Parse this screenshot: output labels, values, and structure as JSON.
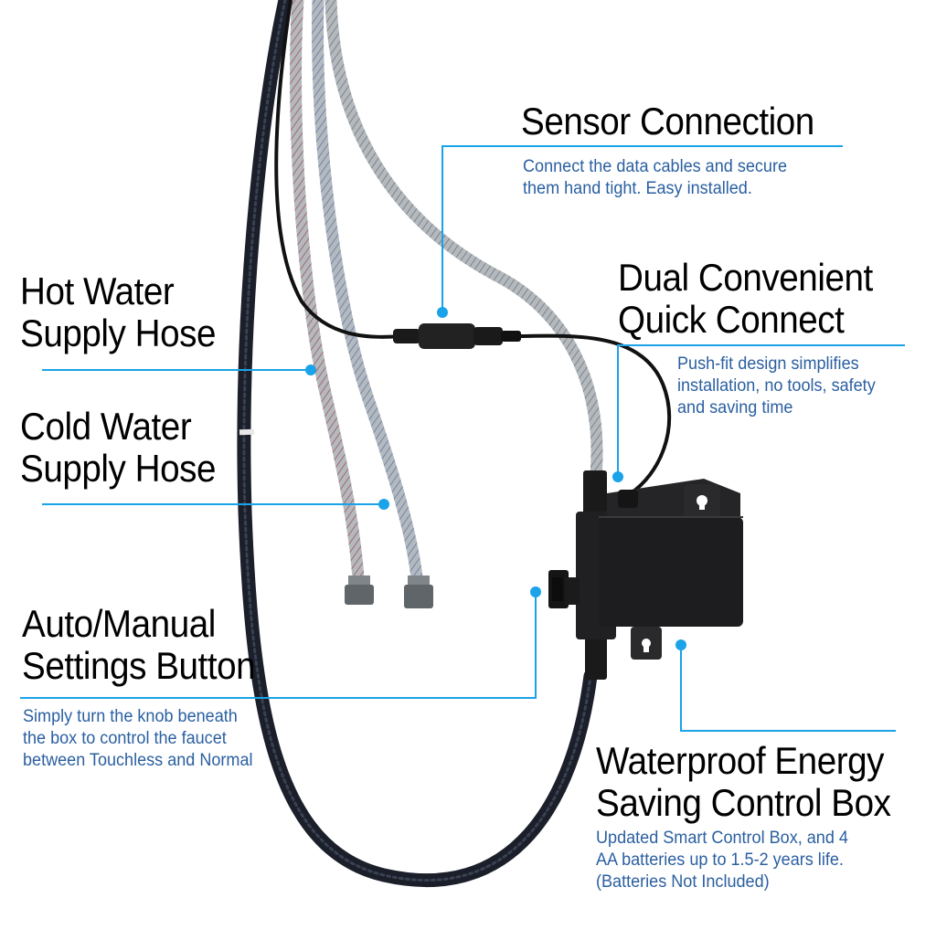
{
  "callouts": [
    {
      "id": "sensor",
      "title": [
        "Sensor Connection"
      ],
      "desc": [
        "Connect the data cables and secure",
        "them hand tight. Easy installed."
      ]
    },
    {
      "id": "hot",
      "title": [
        "Hot Water",
        "Supply Hose"
      ],
      "desc": []
    },
    {
      "id": "dual",
      "title": [
        "Dual Convenient",
        "Quick Connect"
      ],
      "desc": [
        "Push-fit design simplifies",
        "installation, no tools, safety",
        "and saving time"
      ]
    },
    {
      "id": "cold",
      "title": [
        "Cold Water",
        "Supply Hose"
      ],
      "desc": []
    },
    {
      "id": "auto",
      "title": [
        "Auto/Manual",
        "Settings Button"
      ],
      "desc": [
        "Simply turn the knob beneath",
        "the box to control the faucet",
        "between Touchless and Normal"
      ]
    },
    {
      "id": "box",
      "title": [
        "Waterproof Energy",
        "Saving Control Box"
      ],
      "desc": [
        "Updated Smart Control Box, and 4",
        "AA batteries up to 1.5-2 years life.",
        "(Batteries Not Included)"
      ]
    }
  ],
  "colors": {
    "leader": "#1aa3e8",
    "desc_text": "#2a5fa0",
    "title_text": "#000000",
    "hose_black": "#1b1f2a",
    "hose_steel": "#9aa0a6",
    "box": "#1d1d1f"
  }
}
